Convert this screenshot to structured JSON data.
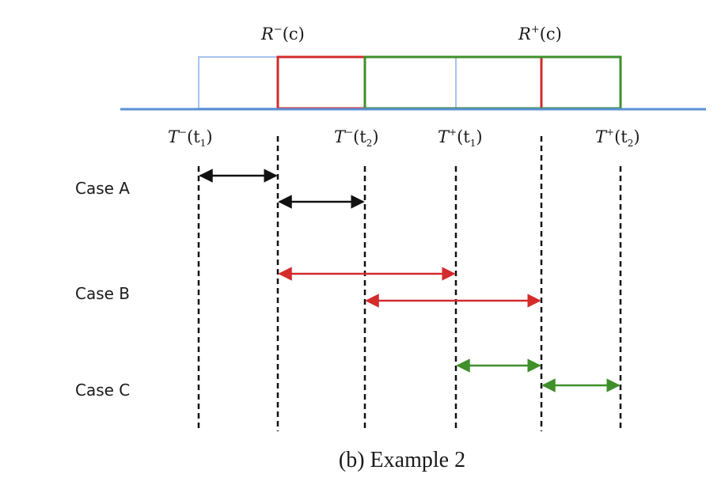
{
  "colors": {
    "axis": "#5b8fd6",
    "light_blue": "#a9c3ec",
    "red": "#d42b2b",
    "green": "#3f8f2a",
    "black": "#111111"
  },
  "regions": {
    "left_label": {
      "main": "R",
      "sup": "−",
      "arg": "(c)"
    },
    "right_label": {
      "main": "R",
      "sup": "+",
      "arg": "(c)"
    }
  },
  "time_labels": [
    {
      "main": "T",
      "sup": "−",
      "sub": "1"
    },
    {
      "main": "T",
      "sup": "−",
      "sub": "2"
    },
    {
      "main": "T",
      "sup": "+",
      "sub": "1"
    },
    {
      "main": "T",
      "sup": "+",
      "sub": "2"
    }
  ],
  "cases": [
    {
      "label": "Case A",
      "color": "black"
    },
    {
      "label": "Case B",
      "color": "red"
    },
    {
      "label": "Case C",
      "color": "green"
    }
  ],
  "caption": "(b) Example 2"
}
